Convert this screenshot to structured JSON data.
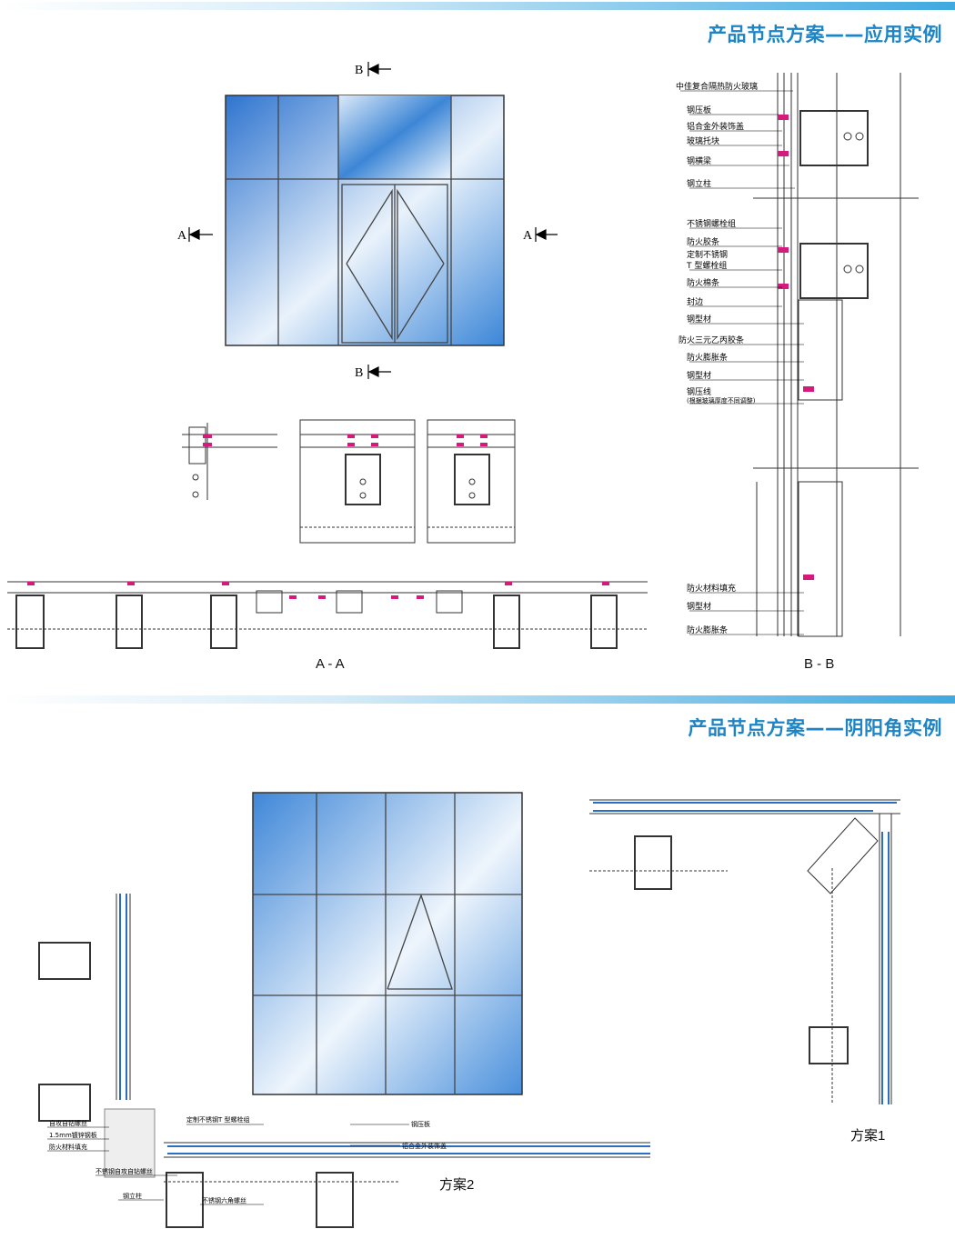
{
  "section1": {
    "title": "产品节点方案——应用实例",
    "section_markers": {
      "b_top": "B",
      "b_bottom": "B",
      "a_left": "A",
      "a_right": "A"
    },
    "caption_aa": "A - A",
    "caption_bb": "B - B",
    "bb_labels": [
      "中佳复合隔热防火玻璃",
      "钢压板",
      "铝合金外装饰盖",
      "玻璃托块",
      "钢横梁",
      "钢立柱",
      "不锈钢螺栓组",
      "防火胶条",
      "定制不锈钢",
      "T 型螺栓组",
      "防火棉条",
      "封边",
      "钢型材",
      "防火三元乙丙胶条",
      "防火膨胀条",
      "钢型材",
      "钢压线",
      "(根据玻璃厚度不同调整)",
      "防火材料填充",
      "钢型材",
      "防火膨胀条"
    ]
  },
  "section2": {
    "title": "产品节点方案——阴阳角实例",
    "caption_plan1": "方案1",
    "caption_plan2": "方案2",
    "plan2_labels": {
      "custom_bolt": "定制不锈钢T 型螺栓组",
      "steel_plate": "钢压板",
      "alu_cover": "铝合金外装饰盖",
      "self_tap": "自攻自钻螺丝",
      "galv_plate": "1.5mm镀锌钢板",
      "fire_fill": "防火材料填充",
      "ss_self_tap": "不锈钢自攻自钻螺丝",
      "steel_column": "钢立柱",
      "hex_bolt": "不锈钢六角螺丝"
    }
  },
  "colors": {
    "accent": "#1d84c6",
    "glass_blue": "#3d86d6",
    "gasket_magenta": "#d6197c"
  }
}
